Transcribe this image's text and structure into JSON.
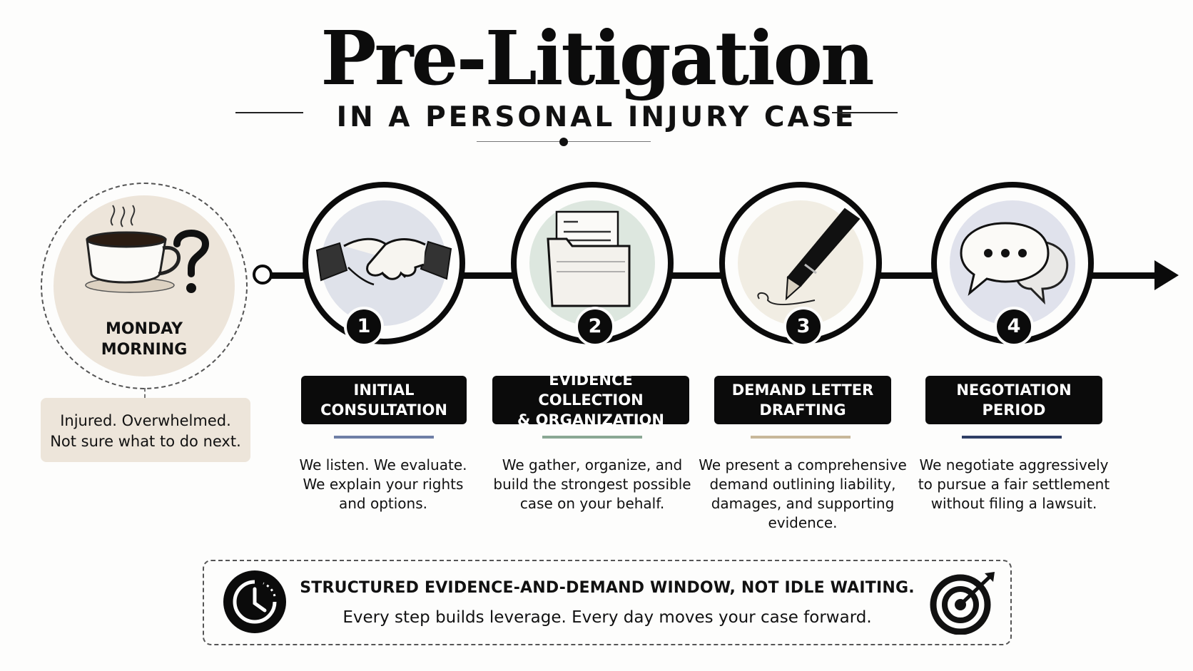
{
  "header": {
    "title": "Pre-Litigation",
    "subtitle": "IN A PERSONAL INJURY CASE"
  },
  "start": {
    "label_line1": "MONDAY",
    "label_line2": "MORNING",
    "caption_line1": "Injured. Overwhelmed.",
    "caption_line2": "Not sure what to do next.",
    "icons": [
      "coffee-cup-icon",
      "question-mark-icon"
    ]
  },
  "steps": [
    {
      "number": "1",
      "title": "INITIAL\nCONSULTATION",
      "description": "We listen. We evaluate.\nWe explain your rights\nand options.",
      "icon": "handshake-icon",
      "tint": "#dfe2ea",
      "accent": "#6f7fa6"
    },
    {
      "number": "2",
      "title": "EVIDENCE COLLECTION\n& ORGANIZATION",
      "description": "We gather, organize, and\nbuild the strongest possible\ncase on your behalf.",
      "icon": "folder-documents-icon",
      "tint": "#dde7df",
      "accent": "#8aa894"
    },
    {
      "number": "3",
      "title": "DEMAND LETTER\nDRAFTING",
      "description": "We present a comprehensive\ndemand outlining liability,\ndamages, and supporting\nevidence.",
      "icon": "fountain-pen-icon",
      "tint": "#f1ede3",
      "accent": "#c8b89a"
    },
    {
      "number": "4",
      "title": "NEGOTIATION\nPERIOD",
      "description": "We negotiate aggressively\nto pursue a fair settlement\nwithout filing a lawsuit.",
      "icon": "speech-bubbles-icon",
      "tint": "#e0e2ec",
      "accent": "#2f3f66"
    }
  ],
  "footer": {
    "headline": "STRUCTURED EVIDENCE-AND-DEMAND WINDOW, NOT IDLE WAITING.",
    "subline": "Every step builds leverage. Every day moves your case forward.",
    "icons": [
      "clock-icon",
      "target-icon"
    ]
  }
}
